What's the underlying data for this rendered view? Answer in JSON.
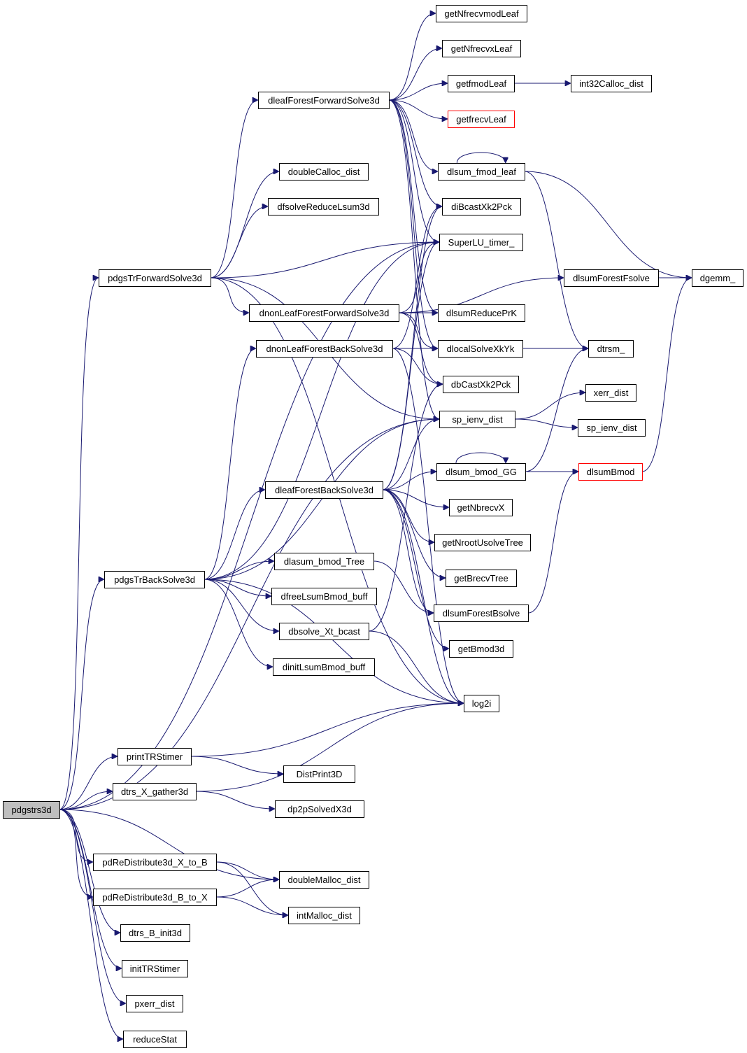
{
  "colors": {
    "edge": "#191970",
    "node_border": "#000000",
    "node_border_highlight": "#ff0000",
    "root_fill": "#bfbfbf"
  },
  "nodes": [
    {
      "id": "pdgstrs3d",
      "label": "pdgstrs3d",
      "style": "root"
    },
    {
      "id": "getNfrecvmodLeaf",
      "label": "getNfrecvmodLeaf"
    },
    {
      "id": "getNfrecvxLeaf",
      "label": "getNfrecvxLeaf"
    },
    {
      "id": "getfmodLeaf",
      "label": "getfmodLeaf"
    },
    {
      "id": "int32Calloc_dist",
      "label": "int32Calloc_dist"
    },
    {
      "id": "dleafForestForwardSolve3d",
      "label": "dleafForestForwardSolve3d"
    },
    {
      "id": "getfrecvLeaf",
      "label": "getfrecvLeaf",
      "style": "red"
    },
    {
      "id": "doubleCalloc_dist",
      "label": "doubleCalloc_dist"
    },
    {
      "id": "dlsum_fmod_leaf",
      "label": "dlsum_fmod_leaf"
    },
    {
      "id": "dfsolveReduceLsum3d",
      "label": "dfsolveReduceLsum3d"
    },
    {
      "id": "diBcastXk2Pck",
      "label": "diBcastXk2Pck"
    },
    {
      "id": "SuperLU_timer_",
      "label": "SuperLU_timer_"
    },
    {
      "id": "pdgsTrForwardSolve3d",
      "label": "pdgsTrForwardSolve3d"
    },
    {
      "id": "dlsumForestFsolve",
      "label": "dlsumForestFsolve"
    },
    {
      "id": "dgemm_",
      "label": "dgemm_"
    },
    {
      "id": "dnonLeafForestForwardSolve3d",
      "label": "dnonLeafForestForwardSolve3d"
    },
    {
      "id": "dlsumReducePrK",
      "label": "dlsumReducePrK"
    },
    {
      "id": "dnonLeafForestBackSolve3d",
      "label": "dnonLeafForestBackSolve3d"
    },
    {
      "id": "dlocalSolveXkYk",
      "label": "dlocalSolveXkYk"
    },
    {
      "id": "dtrsm_",
      "label": "dtrsm_"
    },
    {
      "id": "dbCastXk2Pck",
      "label": "dbCastXk2Pck"
    },
    {
      "id": "xerr_dist",
      "label": "xerr_dist"
    },
    {
      "id": "sp_ienv_dist",
      "label": "sp_ienv_dist"
    },
    {
      "id": "sp_ienv_dist_2",
      "label": "sp_ienv_dist"
    },
    {
      "id": "dlsum_bmod_GG",
      "label": "dlsum_bmod_GG"
    },
    {
      "id": "dlsumBmod",
      "label": "dlsumBmod",
      "style": "red"
    },
    {
      "id": "dleafForestBackSolve3d",
      "label": "dleafForestBackSolve3d"
    },
    {
      "id": "getNbrecvX",
      "label": "getNbrecvX"
    },
    {
      "id": "getNrootUsolveTree",
      "label": "getNrootUsolveTree"
    },
    {
      "id": "dlasum_bmod_Tree",
      "label": "dlasum_bmod_Tree"
    },
    {
      "id": "pdgsTrBackSolve3d",
      "label": "pdgsTrBackSolve3d"
    },
    {
      "id": "getBrecvTree",
      "label": "getBrecvTree"
    },
    {
      "id": "dfreeLsumBmod_buff",
      "label": "dfreeLsumBmod_buff"
    },
    {
      "id": "dlsumForestBsolve",
      "label": "dlsumForestBsolve"
    },
    {
      "id": "dbsolve_Xt_bcast",
      "label": "dbsolve_Xt_bcast"
    },
    {
      "id": "getBmod3d",
      "label": "getBmod3d"
    },
    {
      "id": "dinitLsumBmod_buff",
      "label": "dinitLsumBmod_buff"
    },
    {
      "id": "log2i",
      "label": "log2i"
    },
    {
      "id": "printTRStimer",
      "label": "printTRStimer"
    },
    {
      "id": "DistPrint3D",
      "label": "DistPrint3D"
    },
    {
      "id": "dtrs_X_gather3d",
      "label": "dtrs_X_gather3d"
    },
    {
      "id": "dp2pSolvedX3d",
      "label": "dp2pSolvedX3d"
    },
    {
      "id": "pdReDistribute3d_X_to_B",
      "label": "pdReDistribute3d_X_to_B"
    },
    {
      "id": "doubleMalloc_dist",
      "label": "doubleMalloc_dist"
    },
    {
      "id": "pdReDistribute3d_B_to_X",
      "label": "pdReDistribute3d_B_to_X"
    },
    {
      "id": "intMalloc_dist",
      "label": "intMalloc_dist"
    },
    {
      "id": "dtrs_B_init3d",
      "label": "dtrs_B_init3d"
    },
    {
      "id": "initTRStimer",
      "label": "initTRStimer"
    },
    {
      "id": "pxerr_dist",
      "label": "pxerr_dist"
    },
    {
      "id": "reduceStat",
      "label": "reduceStat"
    }
  ],
  "edges": [
    [
      "pdgstrs3d",
      "pdgsTrForwardSolve3d"
    ],
    [
      "pdgstrs3d",
      "pdgsTrBackSolve3d"
    ],
    [
      "pdgstrs3d",
      "SuperLU_timer_"
    ],
    [
      "pdgstrs3d",
      "sp_ienv_dist"
    ],
    [
      "pdgstrs3d",
      "printTRStimer"
    ],
    [
      "pdgstrs3d",
      "dtrs_X_gather3d"
    ],
    [
      "pdgstrs3d",
      "doubleMalloc_dist"
    ],
    [
      "pdgstrs3d",
      "pdReDistribute3d_X_to_B"
    ],
    [
      "pdgstrs3d",
      "pdReDistribute3d_B_to_X"
    ],
    [
      "pdgstrs3d",
      "dtrs_B_init3d"
    ],
    [
      "pdgstrs3d",
      "initTRStimer"
    ],
    [
      "pdgstrs3d",
      "pxerr_dist"
    ],
    [
      "pdgstrs3d",
      "reduceStat"
    ],
    [
      "pdgsTrForwardSolve3d",
      "dleafForestForwardSolve3d"
    ],
    [
      "pdgsTrForwardSolve3d",
      "doubleCalloc_dist"
    ],
    [
      "pdgsTrForwardSolve3d",
      "dfsolveReduceLsum3d"
    ],
    [
      "pdgsTrForwardSolve3d",
      "SuperLU_timer_"
    ],
    [
      "pdgsTrForwardSolve3d",
      "dnonLeafForestForwardSolve3d"
    ],
    [
      "pdgsTrForwardSolve3d",
      "sp_ienv_dist"
    ],
    [
      "pdgsTrForwardSolve3d",
      "log2i"
    ],
    [
      "dleafForestForwardSolve3d",
      "getNfrecvmodLeaf"
    ],
    [
      "dleafForestForwardSolve3d",
      "getNfrecvxLeaf"
    ],
    [
      "dleafForestForwardSolve3d",
      "getfmodLeaf"
    ],
    [
      "dleafForestForwardSolve3d",
      "getfrecvLeaf"
    ],
    [
      "dleafForestForwardSolve3d",
      "dlsum_fmod_leaf"
    ],
    [
      "dleafForestForwardSolve3d",
      "diBcastXk2Pck"
    ],
    [
      "dleafForestForwardSolve3d",
      "SuperLU_timer_"
    ],
    [
      "dleafForestForwardSolve3d",
      "dlocalSolveXkYk"
    ],
    [
      "dleafForestForwardSolve3d",
      "dlsumReducePrK"
    ],
    [
      "dleafForestForwardSolve3d",
      "sp_ienv_dist"
    ],
    [
      "getfmodLeaf",
      "int32Calloc_dist"
    ],
    [
      "dlsum_fmod_leaf",
      "dlsum_fmod_leaf"
    ],
    [
      "dlsum_fmod_leaf",
      "dgemm_"
    ],
    [
      "dlsum_fmod_leaf",
      "dtrsm_"
    ],
    [
      "dnonLeafForestForwardSolve3d",
      "dlsumForestFsolve"
    ],
    [
      "dnonLeafForestForwardSolve3d",
      "dlsumReducePrK"
    ],
    [
      "dnonLeafForestForwardSolve3d",
      "SuperLU_timer_"
    ],
    [
      "dnonLeafForestForwardSolve3d",
      "dlocalSolveXkYk"
    ],
    [
      "dnonLeafForestForwardSolve3d",
      "dbCastXk2Pck"
    ],
    [
      "dlsumForestFsolve",
      "dgemm_"
    ],
    [
      "dnonLeafForestBackSolve3d",
      "dlocalSolveXkYk"
    ],
    [
      "dnonLeafForestBackSolve3d",
      "diBcastXk2Pck"
    ],
    [
      "dnonLeafForestBackSolve3d",
      "dbCastXk2Pck"
    ],
    [
      "dnonLeafForestBackSolve3d",
      "log2i"
    ],
    [
      "dlocalSolveXkYk",
      "dtrsm_"
    ],
    [
      "sp_ienv_dist",
      "xerr_dist"
    ],
    [
      "sp_ienv_dist",
      "sp_ienv_dist_2"
    ],
    [
      "dlsum_bmod_GG",
      "dlsum_bmod_GG"
    ],
    [
      "dlsum_bmod_GG",
      "dlsumBmod"
    ],
    [
      "dlsum_bmod_GG",
      "dtrsm_"
    ],
    [
      "dlsumBmod",
      "dgemm_"
    ],
    [
      "dleafForestBackSolve3d",
      "dlsum_bmod_GG"
    ],
    [
      "dleafForestBackSolve3d",
      "getNbrecvX"
    ],
    [
      "dleafForestBackSolve3d",
      "getNrootUsolveTree"
    ],
    [
      "dleafForestBackSolve3d",
      "getBrecvTree"
    ],
    [
      "dleafForestBackSolve3d",
      "getBmod3d"
    ],
    [
      "dleafForestBackSolve3d",
      "dlsumForestBsolve"
    ],
    [
      "dleafForestBackSolve3d",
      "SuperLU_timer_"
    ],
    [
      "dleafForestBackSolve3d",
      "diBcastXk2Pck"
    ],
    [
      "dleafForestBackSolve3d",
      "sp_ienv_dist"
    ],
    [
      "dleafForestBackSolve3d",
      "log2i"
    ],
    [
      "pdgsTrBackSolve3d",
      "dleafForestBackSolve3d"
    ],
    [
      "pdgsTrBackSolve3d",
      "dnonLeafForestBackSolve3d"
    ],
    [
      "pdgsTrBackSolve3d",
      "SuperLU_timer_"
    ],
    [
      "pdgsTrBackSolve3d",
      "dlasum_bmod_Tree"
    ],
    [
      "pdgsTrBackSolve3d",
      "dfreeLsumBmod_buff"
    ],
    [
      "pdgsTrBackSolve3d",
      "dbsolve_Xt_bcast"
    ],
    [
      "pdgsTrBackSolve3d",
      "dinitLsumBmod_buff"
    ],
    [
      "pdgsTrBackSolve3d",
      "sp_ienv_dist"
    ],
    [
      "pdgsTrBackSolve3d",
      "log2i"
    ],
    [
      "dlasum_bmod_Tree",
      "dlsumForestBsolve"
    ],
    [
      "dlsumForestBsolve",
      "dlsumBmod"
    ],
    [
      "dbsolve_Xt_bcast",
      "dbCastXk2Pck"
    ],
    [
      "dbsolve_Xt_bcast",
      "log2i"
    ],
    [
      "printTRStimer",
      "DistPrint3D"
    ],
    [
      "printTRStimer",
      "log2i"
    ],
    [
      "dtrs_X_gather3d",
      "dp2pSolvedX3d"
    ],
    [
      "dtrs_X_gather3d",
      "log2i"
    ],
    [
      "pdReDistribute3d_X_to_B",
      "doubleMalloc_dist"
    ],
    [
      "pdReDistribute3d_X_to_B",
      "intMalloc_dist"
    ],
    [
      "pdReDistribute3d_B_to_X",
      "doubleMalloc_dist"
    ],
    [
      "pdReDistribute3d_B_to_X",
      "intMalloc_dist"
    ]
  ]
}
